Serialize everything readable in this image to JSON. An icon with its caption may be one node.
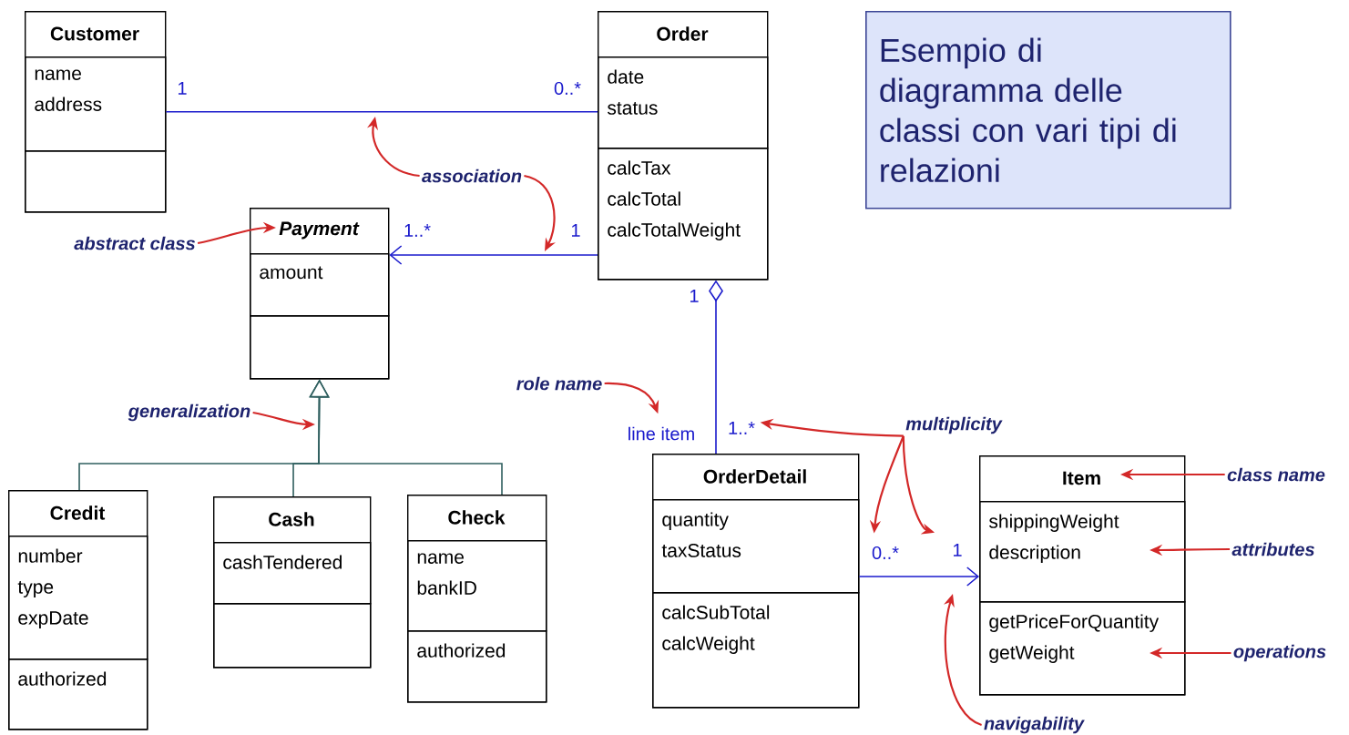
{
  "diagram": {
    "title": "Esempio di diagramma delle classi con vari tipi di relazioni",
    "nodes": [
      {
        "text": [
          "Customer"
        ]
      },
      {
        "text": [
          "name",
          "address"
        ],
        "in": 0
      },
      {
        "text": [],
        "shape": "box",
        "in": 0
      },
      {
        "text": [
          "Order"
        ]
      },
      {
        "text": [
          "date",
          "status"
        ],
        "in": 3
      },
      {
        "text": [
          "calcTax",
          "calcTotal",
          "calcTotalWeight"
        ],
        "in": 3
      },
      {
        "text": [
          "Payment"
        ]
      },
      {
        "text": [
          "amount"
        ],
        "in": 6
      },
      {
        "text": [],
        "shape": "box",
        "in": 6
      },
      {
        "text": [
          "Credit"
        ]
      },
      {
        "text": [
          "number",
          "type",
          "expDate"
        ],
        "in": 9
      },
      {
        "text": [
          "authorized"
        ],
        "in": 9
      },
      {
        "text": [
          "Cash"
        ]
      },
      {
        "text": [
          "cashTendered"
        ],
        "in": 12
      },
      {
        "text": [],
        "shape": "box",
        "in": 12
      },
      {
        "text": [
          "Check"
        ]
      },
      {
        "text": [
          "name",
          "bankID"
        ],
        "in": 15
      },
      {
        "text": [
          "authorized"
        ],
        "in": 15
      },
      {
        "text": [
          "OrderDetail"
        ]
      },
      {
        "text": [
          "quantity",
          "taxStatus"
        ],
        "in": 18
      },
      {
        "text": [
          "calcSubTotal",
          "calcWeight"
        ],
        "in": 18
      },
      {
        "text": [
          "Item"
        ]
      },
      {
        "text": [
          "shippingWeight",
          "description"
        ],
        "in": 21
      },
      {
        "text": [
          "getPriceForQuantity",
          "getWeight"
        ],
        "in": 21
      },
      {
        "text": [
          "association"
        ]
      },
      {
        "text": [
          "abstract class"
        ]
      },
      {
        "text": [
          "generalization"
        ]
      },
      {
        "text": [
          "role name"
        ]
      },
      {
        "text": [
          "multiplicity"
        ]
      },
      {
        "text": [
          "class name"
        ]
      },
      {
        "text": [
          "attributes"
        ]
      },
      {
        "text": [
          "operations"
        ]
      },
      {
        "text": [
          "navigability"
        ]
      },
      {
        "text": [
          "line item"
        ]
      },
      {
        "text": [
          "1..*"
        ]
      },
      {
        "text": [
          "0..*"
        ]
      },
      {
        "text": [
          "1"
        ]
      }
    ],
    "edges": [
      {
        "from": 0,
        "to": 3,
        "arrow": "none",
        "color": "#1a1acc"
      },
      {
        "from": 3,
        "to": 6,
        "arrow": "to",
        "color": "#1a1acc"
      },
      {
        "from": 3,
        "to": 18,
        "arrow": "other",
        "color": "#1a1acc"
      },
      {
        "from": 18,
        "to": 21,
        "arrow": "to",
        "color": "#1a1acc"
      },
      {
        "from": 9,
        "to": 6,
        "arrow": "to",
        "color": "#2f5f5f"
      },
      {
        "from": 12,
        "to": 6,
        "arrow": "to",
        "color": "#2f5f5f"
      },
      {
        "from": 15,
        "to": 6,
        "arrow": "to",
        "color": "#2f5f5f"
      },
      {
        "from": 24,
        "to": null,
        "arrow": "to"
      },
      {
        "from": 24,
        "to": null,
        "arrow": "to"
      },
      {
        "from": 25,
        "to": 6,
        "arrow": "to"
      },
      {
        "from": 26,
        "to": null,
        "arrow": "to"
      },
      {
        "from": 27,
        "to": 33,
        "arrow": "to"
      },
      {
        "from": 28,
        "to": 34,
        "arrow": "to"
      },
      {
        "from": 28,
        "to": 35,
        "arrow": "to"
      },
      {
        "from": 28,
        "to": 36,
        "arrow": "to"
      },
      {
        "from": 29,
        "to": 21,
        "arrow": "to"
      },
      {
        "from": 30,
        "to": 22,
        "arrow": "to"
      },
      {
        "from": 31,
        "to": 23,
        "arrow": "to"
      },
      {
        "from": 32,
        "to": null,
        "arrow": "to"
      }
    ],
    "labels": [
      "1",
      "0..*",
      "1..*",
      "1",
      "1"
    ]
  }
}
